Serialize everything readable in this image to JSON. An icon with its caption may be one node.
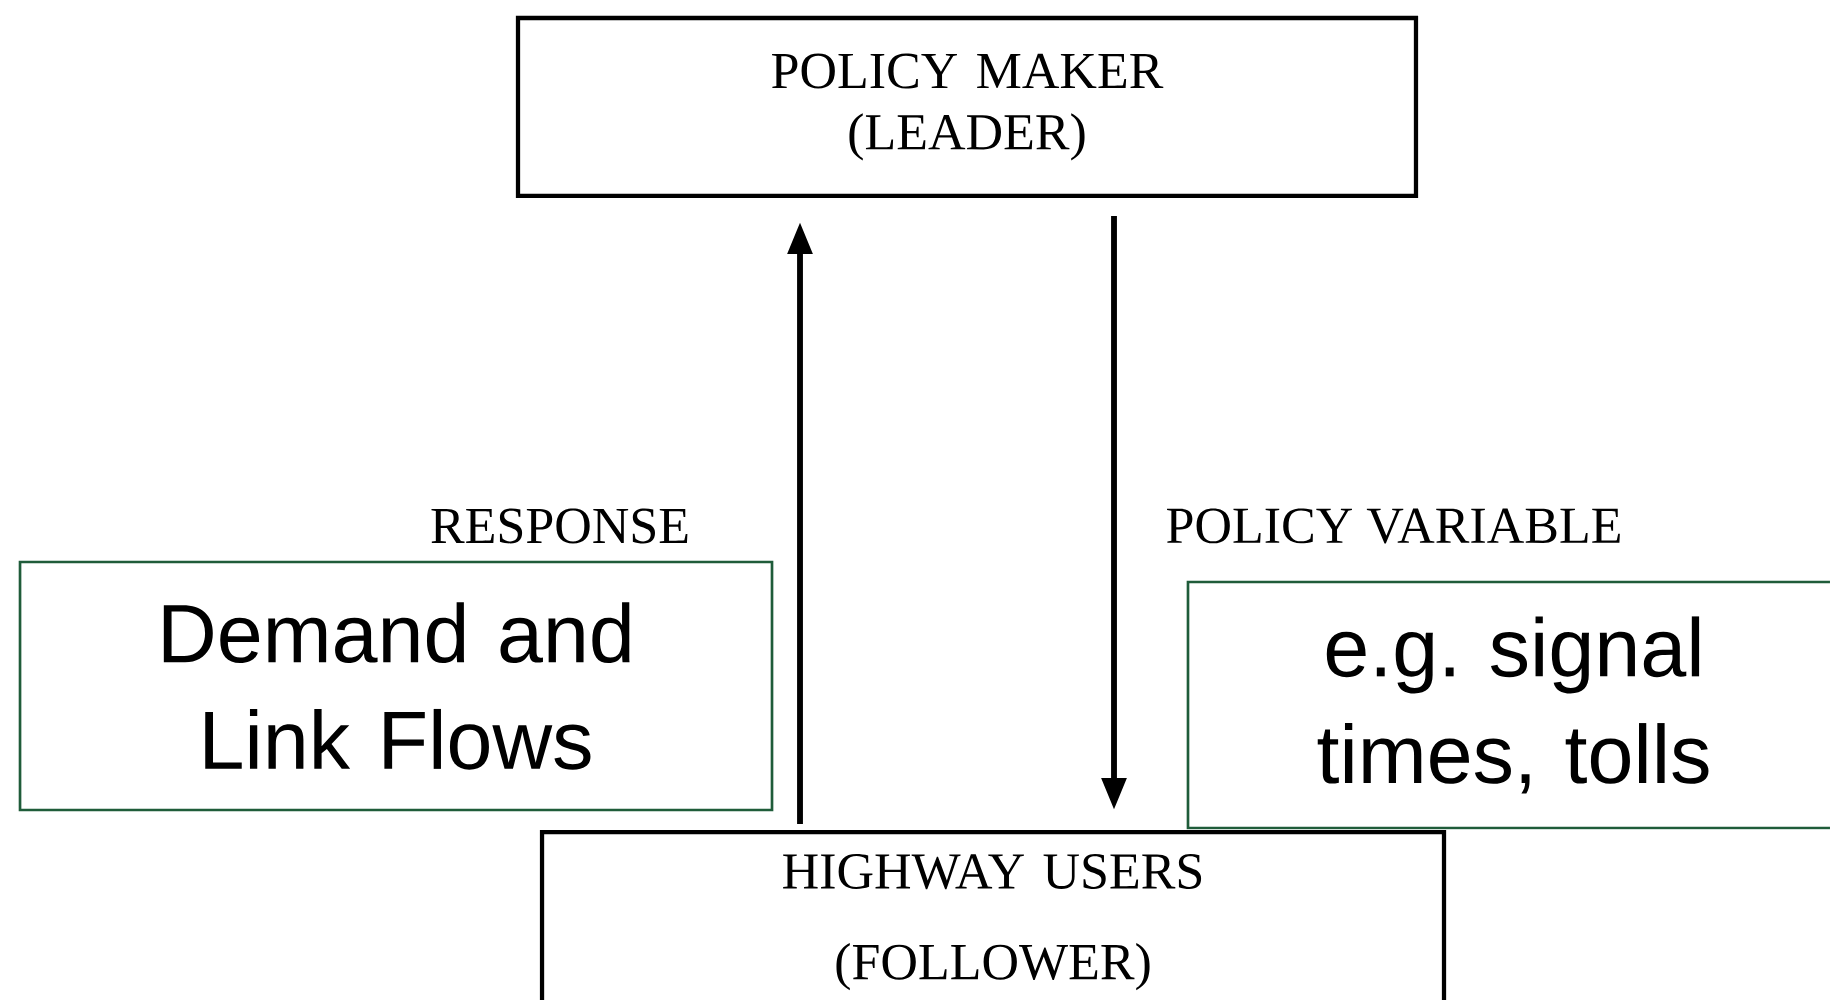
{
  "diagram": {
    "nodes": [
      {
        "text": [
          "POLICY MAKER (LEADER)"
        ]
      },
      {
        "text": [
          "HIGHWAY USERS (FOLLOWER)"
        ]
      },
      {
        "text": [
          "Demand and Link Flows"
        ]
      },
      {
        "text": [
          "e.g. signal times, tolls"
        ]
      }
    ],
    "edges": [
      {
        "from": 1,
        "to": 0,
        "arrow": "to",
        "label": "RESPONSE"
      },
      {
        "from": 0,
        "to": 1,
        "arrow": "to",
        "label": "POLICY VARIABLE"
      }
    ]
  }
}
